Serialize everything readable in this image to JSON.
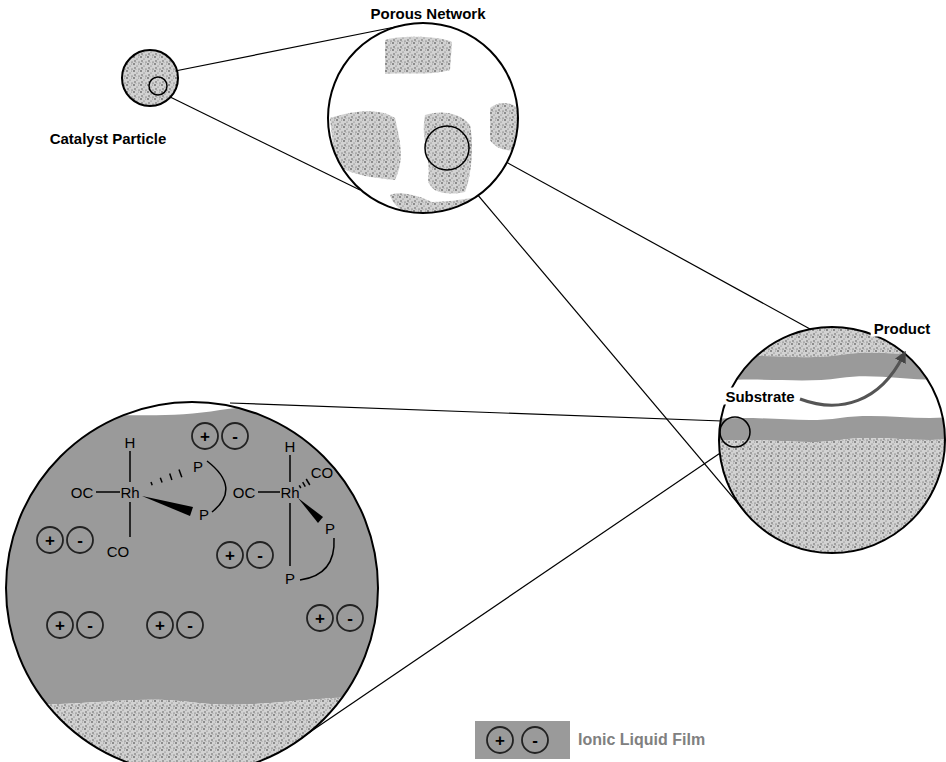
{
  "diagram": {
    "labels": [
      "Catalyst Particle",
      "Porous Network",
      "Substrate",
      "Product",
      "H",
      "OC",
      "Rh",
      "P",
      "P",
      "CO",
      "H",
      "CO",
      "OC",
      "Rh",
      "P",
      "P",
      "+",
      "-",
      "+",
      "-",
      "+",
      "-",
      "+",
      "-",
      "+",
      "-",
      "+",
      "-",
      "+",
      "-"
    ],
    "legend": [
      {
        "text": "Ionic Liquid Film"
      }
    ]
  }
}
